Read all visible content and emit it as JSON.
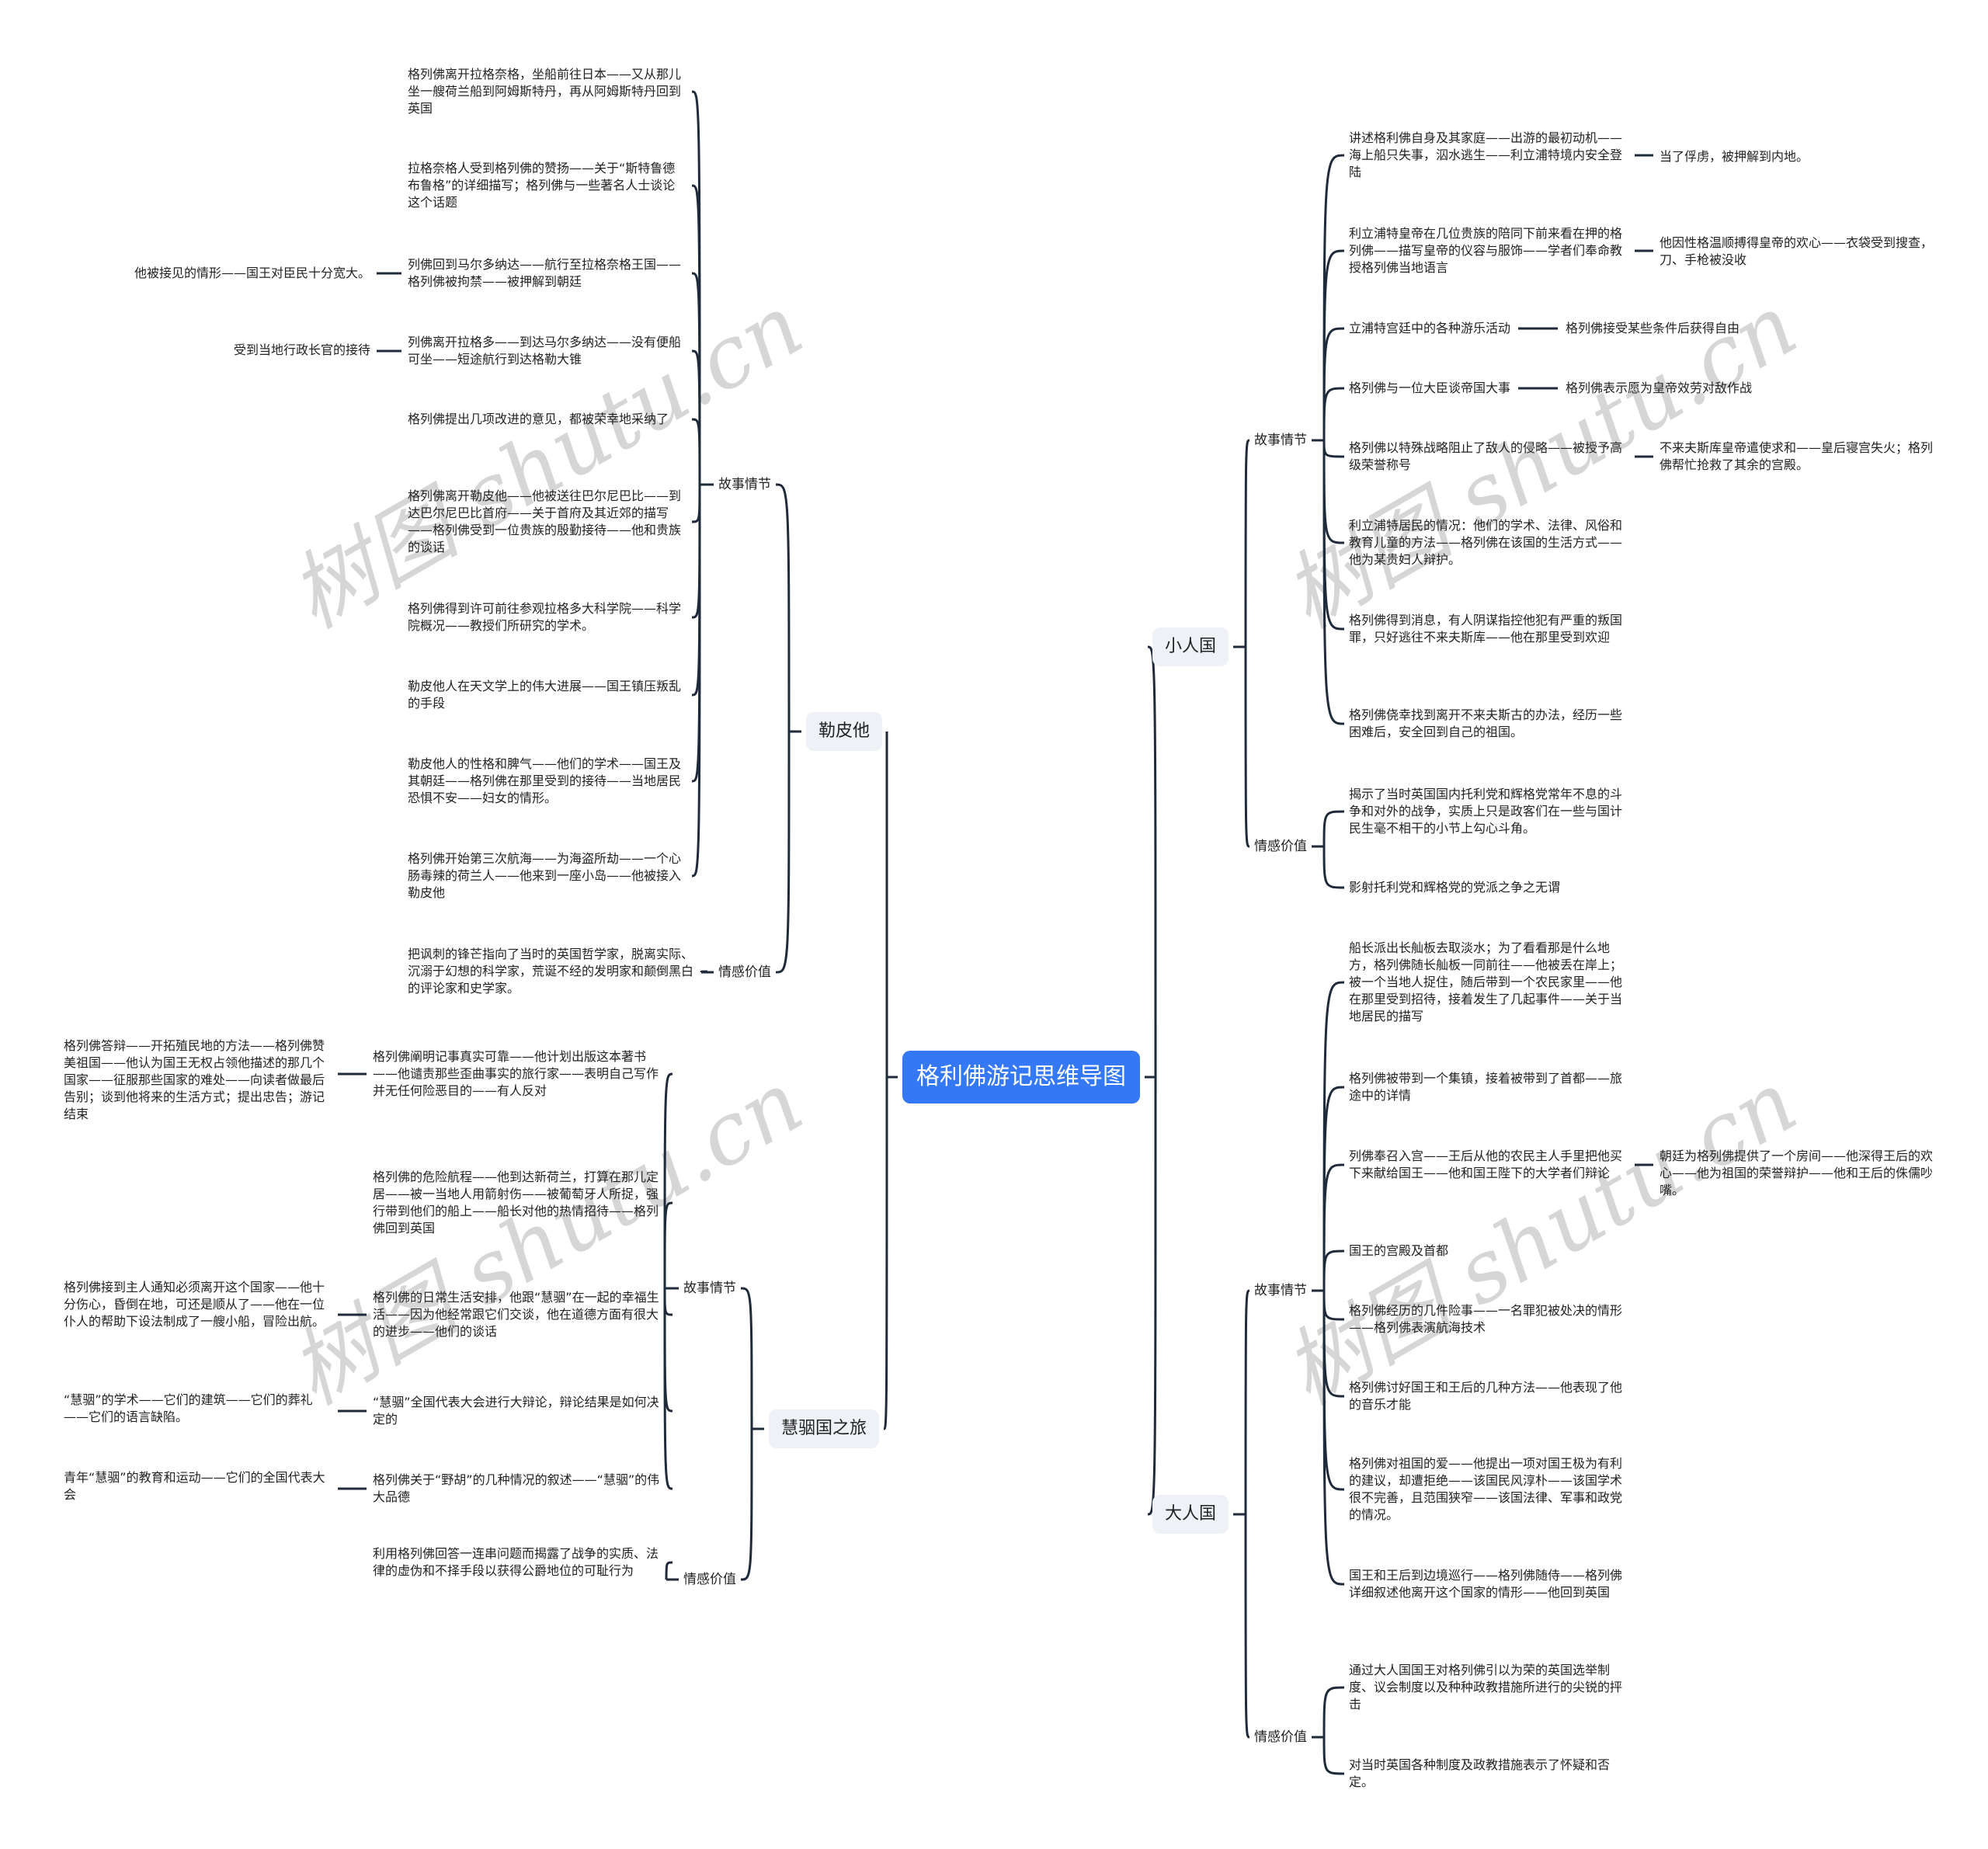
{
  "root": "格利佛游记思维导图",
  "watermark": "树图 shutu.cn",
  "colors": {
    "root_bg": "#3478f6",
    "topic_bg": "#eef1f5",
    "line": "#1f2a3a"
  },
  "lapita": {
    "title": "勒皮他",
    "plot_label": "故事情节",
    "plot": [
      {
        "text": "格列佛离开拉格奈格，坐船前往日本——又从那儿坐一艘荷兰船到阿姆斯特丹，再从阿姆斯特丹回到英国"
      },
      {
        "text": "拉格奈格人受到格列佛的赞扬——关于“斯特鲁德布鲁格”的详细描写；格列佛与一些著名人士谈论这个话题"
      },
      {
        "text": "列佛回到马尔多纳达——航行至拉格奈格王国——格列佛被拘禁——被押解到朝廷",
        "child": "他被接见的情形——国王对臣民十分宽大。"
      },
      {
        "text": "列佛离开拉格多——到达马尔多纳达——没有便船可坐——短途航行到达格勒大锥",
        "child": "受到当地行政长官的接待"
      },
      {
        "text": "格列佛提出几项改进的意见，都被荣幸地采纳了"
      },
      {
        "text": "格列佛离开勒皮他——他被送往巴尔尼巴比——到达巴尔尼巴比首府——关于首府及其近郊的描写——格列佛受到一位贵族的殷勤接待——他和贵族的谈话"
      },
      {
        "text": "格列佛得到许可前往参观拉格多大科学院——科学院概况——教授们所研究的学术。"
      },
      {
        "text": "勒皮他人在天文学上的伟大进展——国王镇压叛乱的手段"
      },
      {
        "text": "勒皮他人的性格和脾气——他们的学术——国王及其朝廷——格列佛在那里受到的接待——当地居民恐惧不安——妇女的情形。"
      },
      {
        "text": "格列佛开始第三次航海——为海盗所劫——一个心肠毒辣的荷兰人——他来到一座小岛——他被接入勒皮他"
      }
    ],
    "value_label": "情感价值",
    "value": [
      "把讽刺的锋芒指向了当时的英国哲学家，脱离实际、沉溺于幻想的科学家，荒诞不经的发明家和颠倒黑白的评论家和史学家。"
    ]
  },
  "houyhnhnm": {
    "title": "慧骃国之旅",
    "plot_label": "故事情节",
    "plot": [
      {
        "text": "格列佛阐明记事真实可靠——他计划出版这本著书——他谴责那些歪曲事实的旅行家——表明自己写作并无任何险恶目的——有人反对",
        "child": "格列佛答辩——开拓殖民地的方法——格列佛赞美祖国——他认为国王无权占领他描述的那几个国家——征服那些国家的难处——向读者做最后告别；谈到他将来的生活方式；提出忠告；游记结束"
      },
      {
        "text": "格列佛的危险航程——他到达新荷兰，打算在那儿定居——被一当地人用箭射伤——被葡萄牙人所捉，强行带到他们的船上——船长对他的热情招待——格列佛回到英国"
      },
      {
        "text": "格列佛的日常生活安排，他跟“慧骃”在一起的幸福生活——因为他经常跟它们交谈，他在道德方面有很大的进步——他们的谈话",
        "child": "格列佛接到主人通知必须离开这个国家——他十分伤心，昏倒在地，可还是顺从了——他在一位仆人的帮助下设法制成了一艘小船，冒险出航。"
      },
      {
        "text": "“慧骃”全国代表大会进行大辩论，辩论结果是如何决定的",
        "child": "“慧骃”的学术——它们的建筑——它们的葬礼——它们的语言缺陷。"
      },
      {
        "text": "格列佛关于“野胡”的几种情况的叙述——“慧骃”的伟大品德",
        "child": "青年“慧骃”的教育和运动——它们的全国代表大会"
      }
    ],
    "value_label": "情感价值",
    "value": [
      "利用格列佛回答一连串问题而揭露了战争的实质、法律的虚伪和不择手段以获得公爵地位的可耻行为"
    ]
  },
  "lilliput": {
    "title": "小人国",
    "plot_label": "故事情节",
    "plot": [
      {
        "text": "讲述格利佛自身及其家庭——出游的最初动机——海上船只失事，泅水逃生——利立浦特境内安全登陆",
        "child": "当了俘虏，被押解到内地。"
      },
      {
        "text": "利立浦特皇帝在几位贵族的陪同下前来看在押的格列佛——描写皇帝的仪容与服饰——学者们奉命教授格列佛当地语言",
        "child": "他因性格温顺搏得皇帝的欢心——衣袋受到搜查，刀、手枪被没收"
      },
      {
        "text": "立浦特宫廷中的各种游乐活动",
        "child": "格列佛接受某些条件后获得自由"
      },
      {
        "text": "格列佛与一位大臣谈帝国大事",
        "child": "格列佛表示愿为皇帝效劳对敌作战"
      },
      {
        "text": "格列佛以特殊战略阻止了敌人的侵略——被授予高级荣誉称号",
        "child": "不来夫斯库皇帝遣使求和——皇后寝宫失火；格列佛帮忙抢救了其余的宫殿。"
      },
      {
        "text": "利立浦特居民的情况：他们的学术、法律、风俗和教育儿童的方法——格列佛在该国的生活方式——他为某贵妇人辩护。"
      },
      {
        "text": "格列佛得到消息，有人阴谋指控他犯有严重的叛国罪，只好逃往不来夫斯库——他在那里受到欢迎"
      },
      {
        "text": "格列佛侥幸找到离开不来夫斯古的办法，经历一些困难后，安全回到自己的祖国。"
      }
    ],
    "value_label": "情感价值",
    "value": [
      "揭示了当时英国国内托利党和辉格党常年不息的斗争和对外的战争，实质上只是政客们在一些与国计民生毫不相干的小节上勾心斗角。",
      "影射托利党和辉格党的党派之争之无谓"
    ]
  },
  "brobdingnag": {
    "title": "大人国",
    "plot_label": "故事情节",
    "plot": [
      {
        "text": "船长派出长舢板去取淡水；为了看看那是什么地方，格列佛随长舢板一同前往——他被丢在岸上；被一个当地人捉住，随后带到一个农民家里——他在那里受到招待，接着发生了几起事件——关于当地居民的描写"
      },
      {
        "text": "格列佛被带到一个集镇，接着被带到了首都——旅途中的详情"
      },
      {
        "text": "列佛奉召入宫——王后从他的农民主人手里把他买下来献给国王——他和国王陛下的大学者们辩论",
        "child": "朝廷为格列佛提供了一个房间——他深得王后的欢心——他为祖国的荣誉辩护——他和王后的侏儒吵嘴。"
      },
      {
        "text": "国王的宫殿及首都"
      },
      {
        "text": "格列佛经历的几件险事——一名罪犯被处决的情形——格列佛表演航海技术"
      },
      {
        "text": "格列佛讨好国王和王后的几种方法——他表现了他的音乐才能"
      },
      {
        "text": "格列佛对祖国的爱——他提出一项对国王极为有利的建议，却遭拒绝——该国民风淳朴——该国学术很不完善，且范围狭窄——该国法律、军事和政党的情况。"
      },
      {
        "text": "国王和王后到边境巡行——格列佛随侍——格列佛详细叙述他离开这个国家的情形——他回到英国"
      }
    ],
    "value_label": "情感价值",
    "value": [
      "通过大人国国王对格列佛引以为荣的英国选举制度、议会制度以及种种政教措施所进行的尖锐的抨击",
      "对当时英国各种制度及政教措施表示了怀疑和否定。"
    ]
  }
}
